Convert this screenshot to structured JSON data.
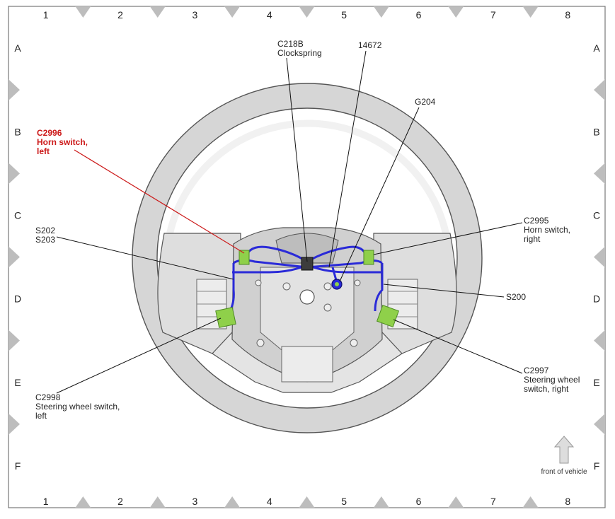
{
  "grid": {
    "columns": [
      "1",
      "2",
      "3",
      "4",
      "5",
      "6",
      "7",
      "8"
    ],
    "rows": [
      "A",
      "B",
      "C",
      "D",
      "E",
      "F"
    ]
  },
  "callouts": {
    "c218b": {
      "lines": [
        "C218B",
        "Clockspring"
      ]
    },
    "n14672": {
      "lines": [
        "14672"
      ]
    },
    "g204": {
      "lines": [
        "G204"
      ]
    },
    "c2996": {
      "lines": [
        "C2996",
        "Horn switch,",
        "left"
      ],
      "color": "#cc1a1a"
    },
    "s202": {
      "lines": [
        "S202",
        "S203"
      ]
    },
    "c2995": {
      "lines": [
        "C2995",
        "Horn switch,",
        "right"
      ]
    },
    "s200": {
      "lines": [
        "S200"
      ]
    },
    "c2997": {
      "lines": [
        "C2997",
        "Steering wheel",
        "switch, right"
      ]
    },
    "c2998": {
      "lines": [
        "C2998",
        "Steering wheel switch,",
        "left"
      ]
    }
  },
  "front_label": "front of vehicle",
  "colors": {
    "harness": "#2a2ad8",
    "connector": "#8fd04a",
    "wheel": "#dcdcdc",
    "highlight": "#cc1a1a"
  }
}
